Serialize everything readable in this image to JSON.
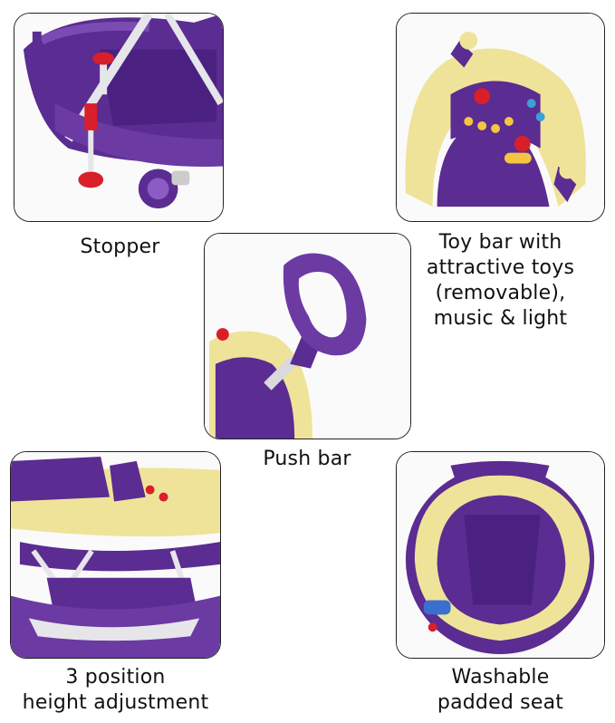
{
  "features": [
    {
      "caption_lines": [
        "Stopper"
      ]
    },
    {
      "caption_lines": [
        "Toy bar with",
        "attractive toys",
        "(removable),",
        "music & light"
      ]
    },
    {
      "caption_lines": [
        "Push bar"
      ]
    },
    {
      "caption_lines": [
        "3 position",
        "height adjustment"
      ]
    },
    {
      "caption_lines": [
        "Washable",
        "padded seat"
      ]
    }
  ],
  "colors": {
    "purple": "#5b2c91",
    "purple_dark": "#3e1a6e",
    "cream": "#efe39a",
    "red": "#d81f2a",
    "white_frame": "#e6e6ea"
  }
}
